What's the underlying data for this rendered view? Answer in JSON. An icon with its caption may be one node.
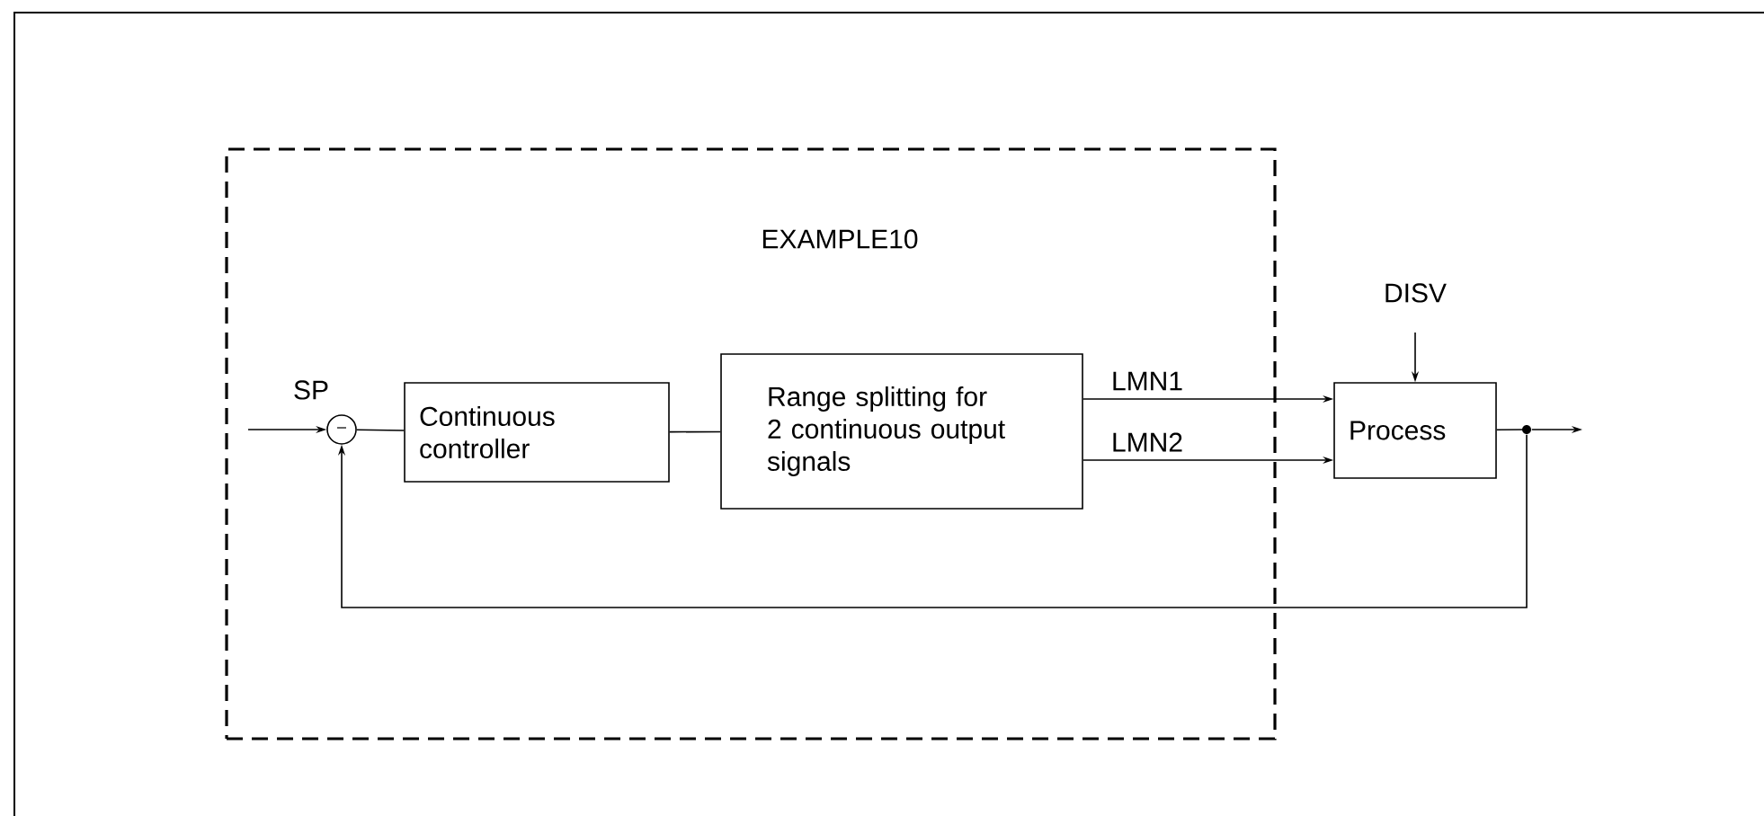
{
  "diagram": {
    "nodes": [
      {
        "text": [
          "EXAMPLE10"
        ]
      },
      {
        "text": [
          "–"
        ],
        "in": 0
      },
      {
        "text": [
          "Continuous controller"
        ],
        "in": 0
      },
      {
        "text": [
          "Range splitting for 2 continuous output signals"
        ],
        "in": 0
      },
      {
        "text": [
          "Process"
        ]
      },
      {
        "text": [],
        "shape": "circle"
      }
    ],
    "edges": [
      {
        "from": null,
        "to": 1,
        "arrow": "to",
        "label": "SP"
      },
      {
        "from": 1,
        "to": 2,
        "arrow": "none"
      },
      {
        "from": 2,
        "to": 3,
        "arrow": "none"
      },
      {
        "from": 3,
        "to": 4,
        "arrow": "to",
        "label": "LMN1"
      },
      {
        "from": 3,
        "to": 4,
        "arrow": "to",
        "label": "LMN2"
      },
      {
        "from": null,
        "to": 4,
        "arrow": "to",
        "label": "DISV"
      },
      {
        "from": 4,
        "to": 5,
        "arrow": "none"
      },
      {
        "from": 5,
        "to": null,
        "arrow": "to"
      },
      {
        "from": 5,
        "to": 1,
        "arrow": "to"
      }
    ]
  }
}
